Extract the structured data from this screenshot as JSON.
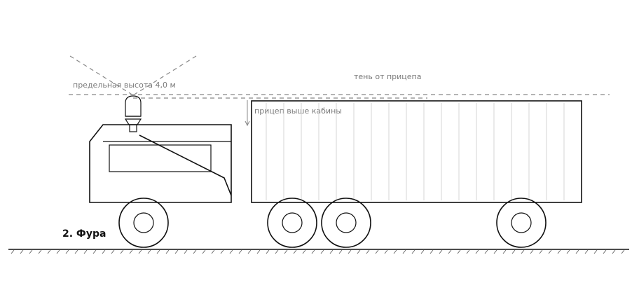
{
  "labels": {
    "height_limit": "предельная высота 4,0 м",
    "trailer_shadow": "тень от прицепа",
    "trailer_above_cab": "прицеп выше кабины",
    "caption": "2. Фура"
  },
  "icons": {
    "beacon": "beacon-icon"
  }
}
